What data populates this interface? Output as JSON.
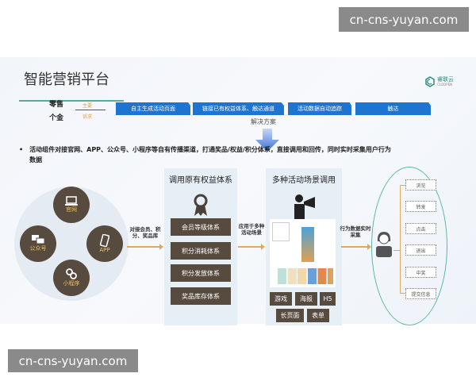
{
  "watermark": "cn-cns-yuyan.com",
  "header": {
    "title": "智能营销平台",
    "logo_name": "睿联云",
    "logo_sub": "CLOOPEN"
  },
  "demand": {
    "left": [
      "零售",
      "个金"
    ],
    "label": [
      "主要",
      "诉求"
    ]
  },
  "steps": [
    "自主生成活动页面",
    "链接已有权益体系、触达通道",
    "活动数据自动追踪",
    "触达"
  ],
  "solution_label": "解决方案",
  "bullet": "活动组件对接官网、APP、公众号、小程序等自有传播渠道，打通奖品/权益/积分体系，直接调用和回传，同时实时采集用户行为数据",
  "channels": [
    "官网",
    "公众号",
    "APP",
    "小程序"
  ],
  "arrow1": "对接会员、积分、奖品库",
  "panel1": {
    "title": "调用原有权益体系",
    "items": [
      "会员等级体系",
      "积分消耗体系",
      "积分发放体系",
      "奖品库存体系"
    ]
  },
  "arrow2": "应用于多种活动场景",
  "panel2": {
    "title": "多种活动场景调用",
    "tags": [
      "游戏",
      "海报",
      "H5",
      "长页面",
      "表单"
    ]
  },
  "arrow3": "行为数据实时采集",
  "behaviors": [
    "浏览",
    "转发",
    "点击",
    "退出",
    "中奖",
    "提交信息"
  ],
  "colors": {
    "blue": "#1f74d0",
    "brown": "#574a3f",
    "teal": "#5ab8a8",
    "orange": "#e3a860"
  }
}
